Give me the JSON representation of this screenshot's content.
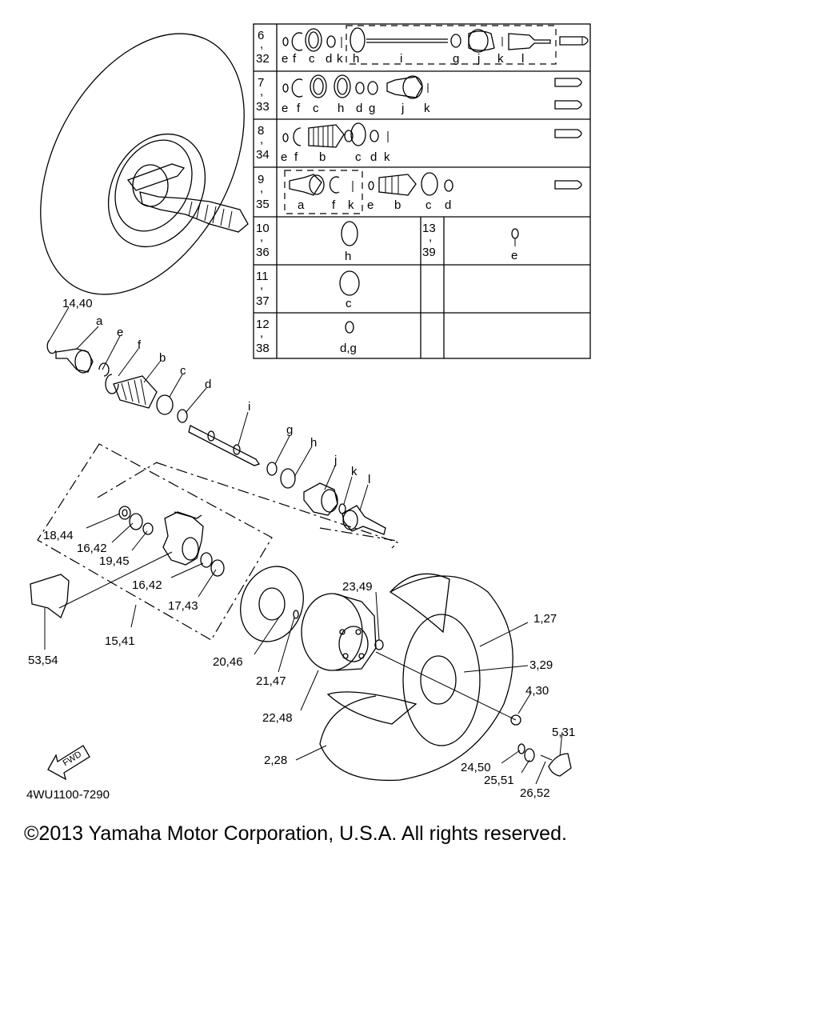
{
  "diagram_code": "4WU1100-7290",
  "copyright": "©2013 Yamaha Motor Corporation, U.S.A. All rights reserved.",
  "fwd_label": "FWD",
  "callouts": {
    "c14_40": "14,40",
    "a": "a",
    "e": "e",
    "f": "f",
    "b": "b",
    "c": "c",
    "d": "d",
    "i": "i",
    "g": "g",
    "h": "h",
    "j": "j",
    "k": "k",
    "l": "l",
    "c18_44": "18,44",
    "c16_42a": "16,42",
    "c19_45": "19,45",
    "c16_42b": "16,42",
    "c17_43": "17,43",
    "c15_41": "15,41",
    "c53_54": "53,54",
    "c20_46": "20,46",
    "c21_47": "21,47",
    "c22_48": "22,48",
    "c23_49": "23,49",
    "c1_27": "1,27",
    "c3_29": "3,29",
    "c4_30": "4,30",
    "c5_31": "5,31",
    "c2_28": "2,28",
    "c24_50": "24,50",
    "c25_51": "25,51",
    "c26_52": "26,52"
  },
  "table": {
    "rows": [
      {
        "top": "6",
        "bottom": "32",
        "letters": [
          "e",
          "f",
          "c",
          "d",
          "k",
          "h",
          "i",
          "g",
          "j",
          "k",
          "l"
        ]
      },
      {
        "top": "7",
        "bottom": "33",
        "letters": [
          "e",
          "f",
          "c",
          "h",
          "d",
          "g",
          "j",
          "k"
        ]
      },
      {
        "top": "8",
        "bottom": "34",
        "letters": [
          "e",
          "f",
          "b",
          "c",
          "d",
          "k"
        ]
      },
      {
        "top": "9",
        "bottom": "35",
        "letters": [
          "a",
          "f",
          "k",
          "e",
          "b",
          "c",
          "d"
        ]
      },
      {
        "top": "10",
        "bottom": "36",
        "letters": [
          "h"
        ],
        "top2": "13",
        "bottom2": "39",
        "letters2": [
          "e"
        ]
      },
      {
        "top": "11",
        "bottom": "37",
        "letters": [
          "c"
        ]
      },
      {
        "top": "12",
        "bottom": "38",
        "letters": [
          "d,g"
        ]
      }
    ],
    "comma": ","
  }
}
